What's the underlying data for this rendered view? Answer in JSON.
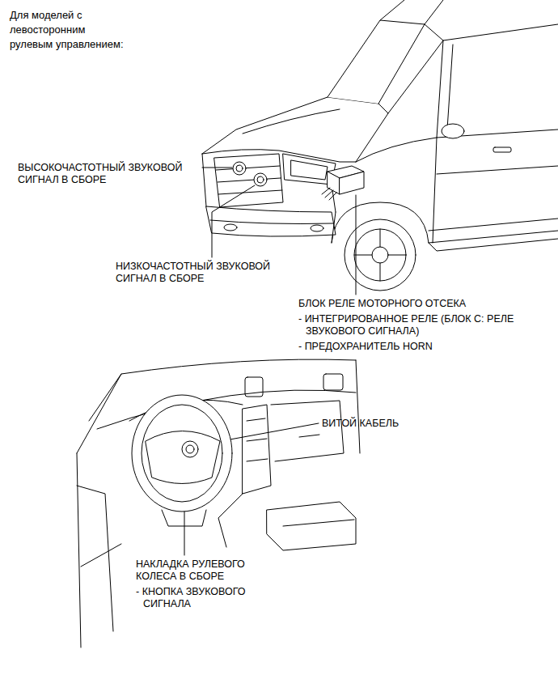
{
  "diagram": {
    "title": "Для моделей с левосторонним рулевым управлением:",
    "labels": [
      "ВЫСОКОЧАСТОТНЫЙ ЗВУКОВОЙ СИГНАЛ В СБОРЕ",
      "НИЗКОЧАСТОТНЫЙ ЗВУКОВОЙ СИГНАЛ В СБОРЕ",
      "БЛОК РЕЛЕ МОТОРНОГО ОТСЕКА",
      "- ИНТЕГРИРОВАННОЕ РЕЛЕ (БЛОК С: РЕЛЕ ЗВУКОВОГО СИГНАЛА)",
      "- ПРЕДОХРАНИТЕЛЬ HORN",
      "ВИТОЙ КАБЕЛЬ",
      "НАКЛАДКА РУЛЕВОГО КОЛЕСА В СБОРЕ",
      "- КНОПКА ЗВУКОВОГО СИГНАЛА"
    ]
  }
}
